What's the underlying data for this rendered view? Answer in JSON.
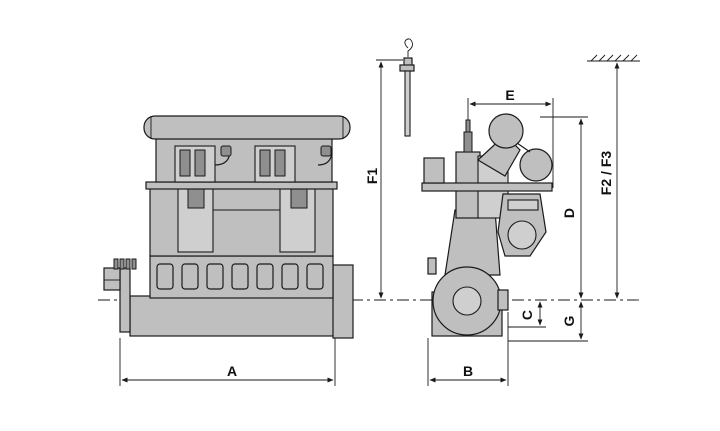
{
  "dimensions": {
    "A": "A",
    "B": "B",
    "C": "C",
    "D": "D",
    "E": "E",
    "F1": "F1",
    "F2F3": "F2 / F3",
    "G": "G"
  },
  "colors": {
    "engine_fill": "#bfbfbf",
    "line": "#1a1a1a",
    "background": "#ffffff"
  }
}
